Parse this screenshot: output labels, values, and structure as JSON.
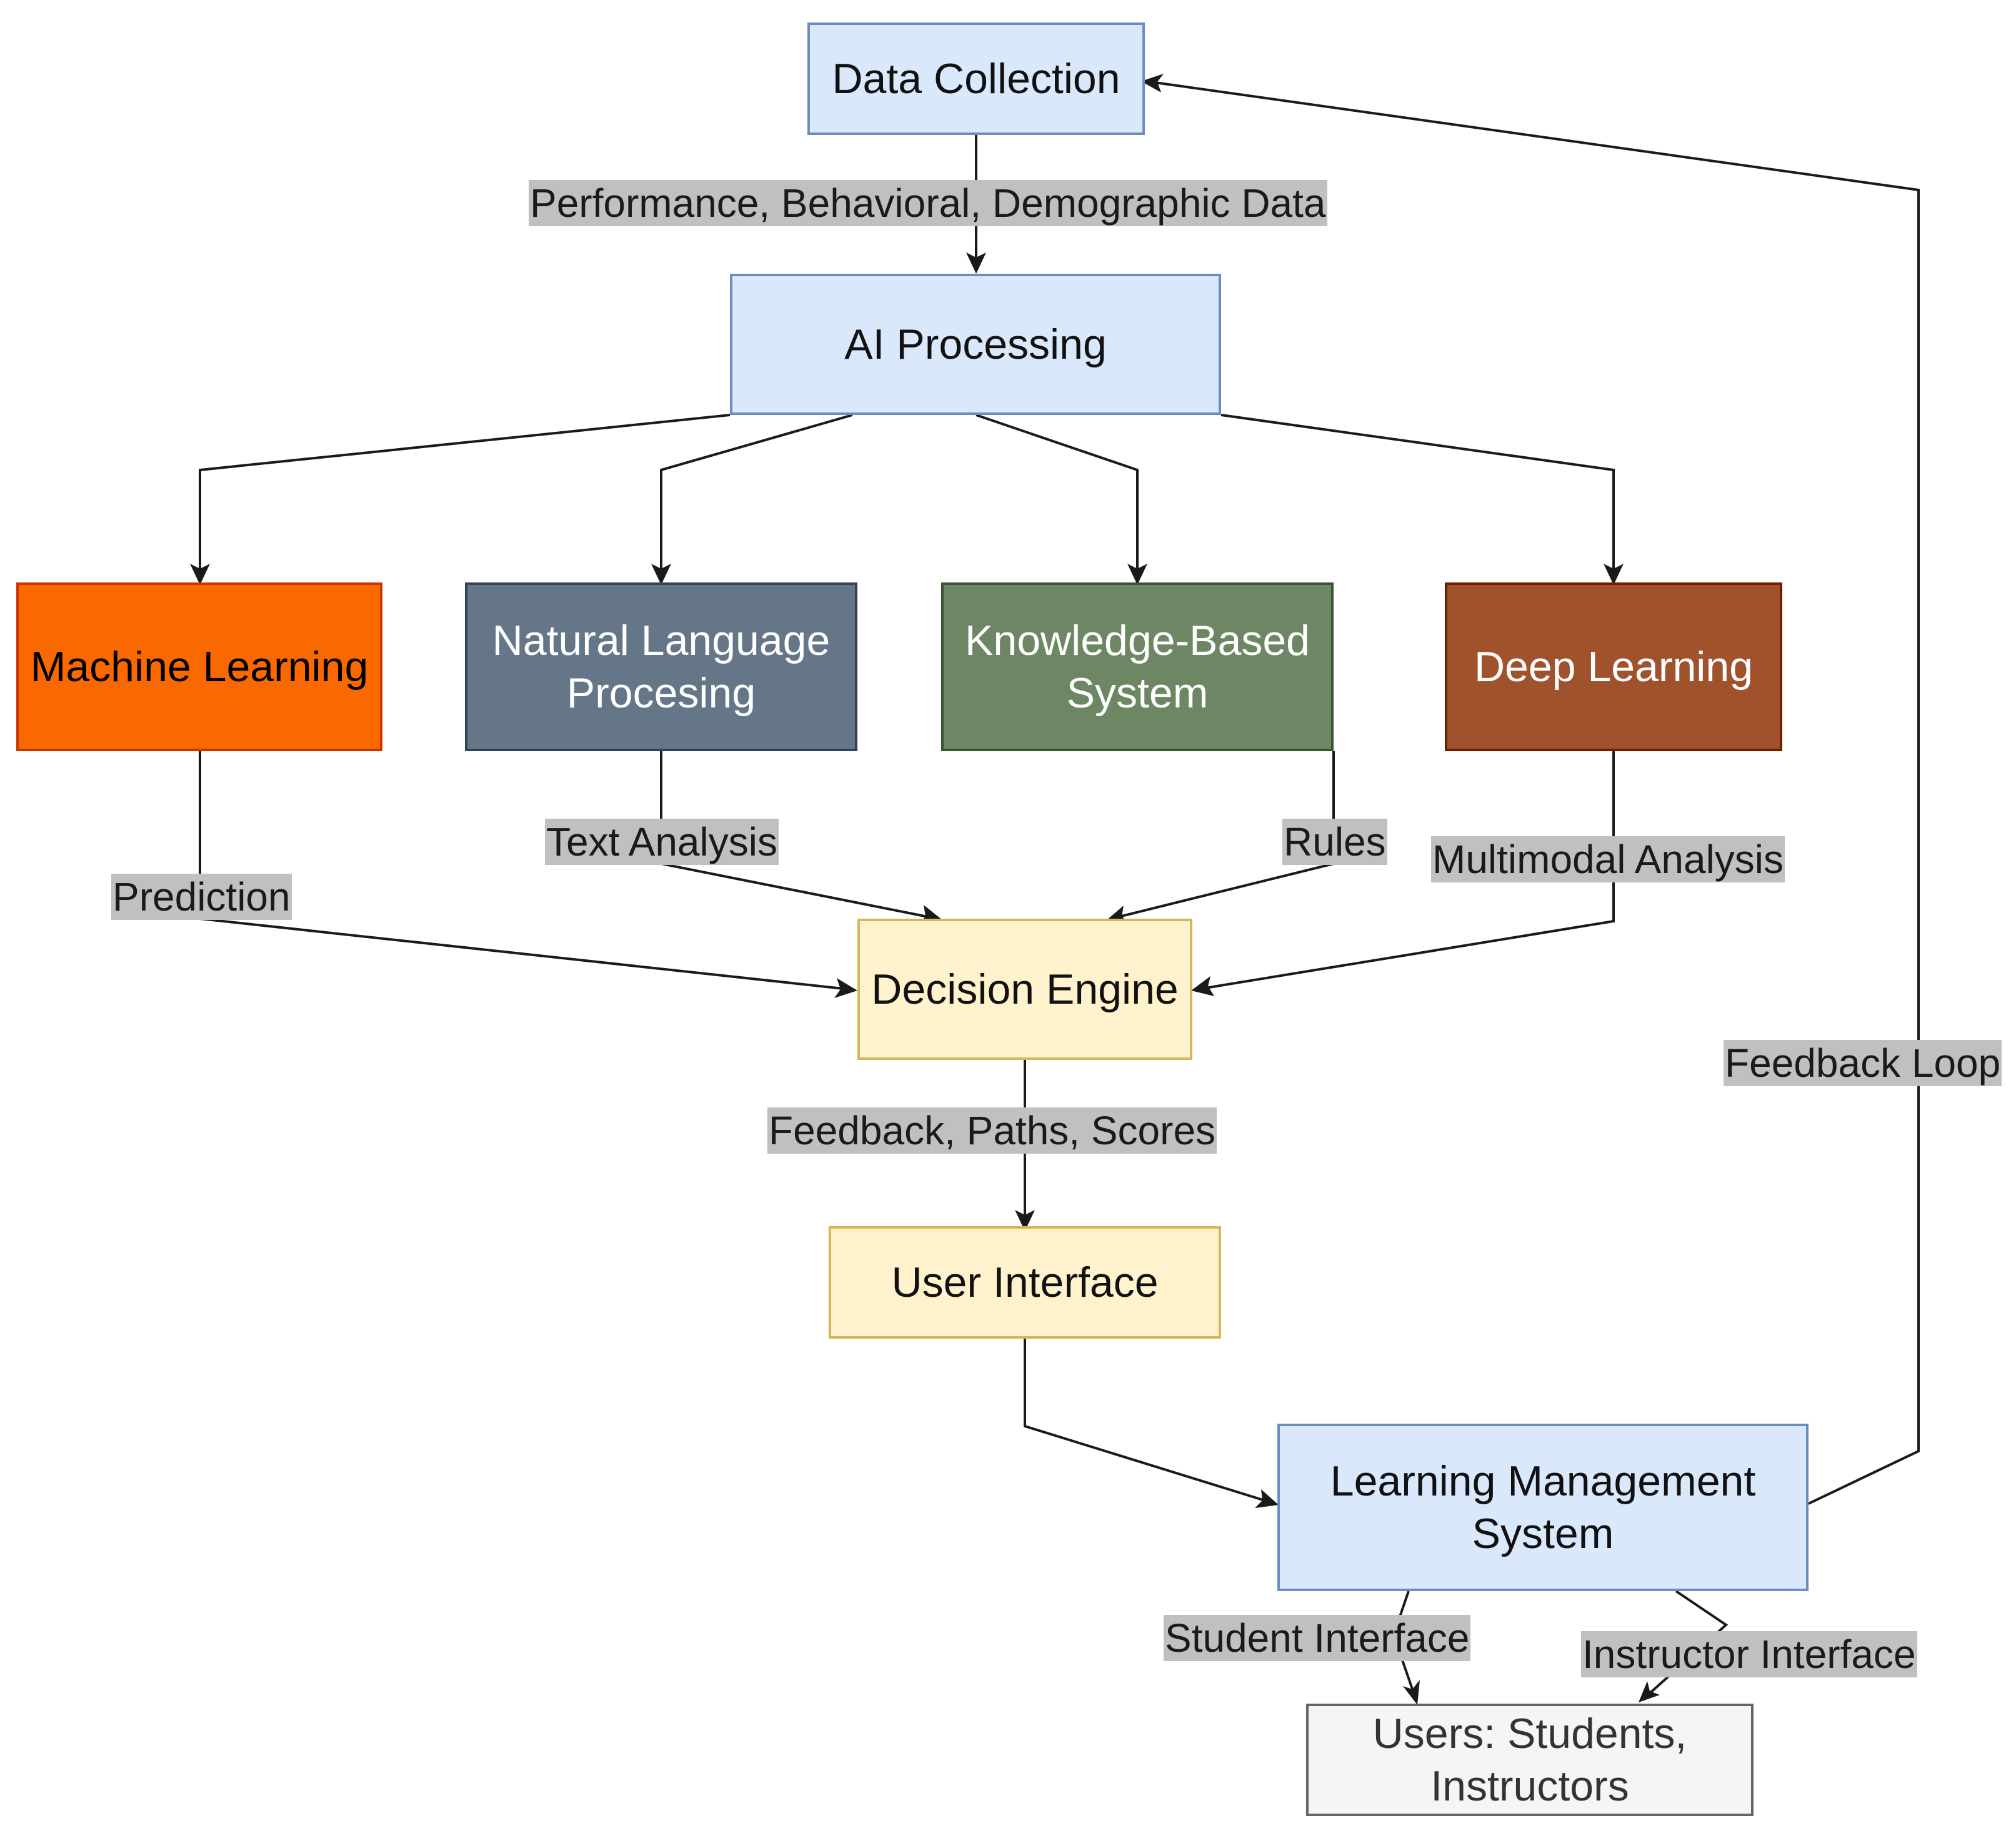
{
  "diagram": {
    "nodes": {
      "data_collection": "Data Collection",
      "ai_processing": "AI Processing",
      "machine_learning": "Machine Learning",
      "nlp": "Natural Language\nProcesing",
      "knowledge_based": "Knowledge-Based\nSystem",
      "deep_learning": "Deep Learning",
      "decision_engine": "Decision Engine",
      "user_interface": "User Interface",
      "lms": "Learning Management\nSystem",
      "users": "Users: Students,\nInstructors"
    },
    "edge_labels": {
      "data_types": "Performance, Behavioral, Demographic Data",
      "prediction": "Prediction",
      "text_analysis": "Text Analysis",
      "rules": "Rules",
      "multimodal": "Multimodal Analysis",
      "outputs": "Feedback, Paths, Scores",
      "feedback_loop": "Feedback Loop",
      "student_interface": "Student Interface",
      "instructor_interface": "Instructor Interface"
    },
    "colors": {
      "edge": "#1a1a1a",
      "label_background": "#c0c0c0",
      "blue_fill": "#dae8fc",
      "yellow_fill": "#fff2cc",
      "gray_fill": "#f5f5f5",
      "orange_fill": "#fa6800",
      "slate_fill": "#647687",
      "green_fill": "#6d8764",
      "brown_fill": "#a0522d"
    }
  }
}
